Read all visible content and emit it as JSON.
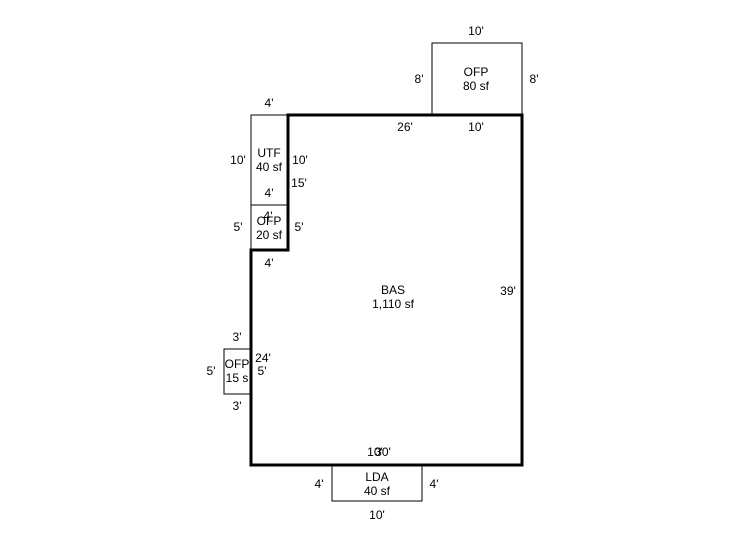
{
  "areas": {
    "bas": {
      "code": "BAS",
      "area": "1,110 sf"
    },
    "utf": {
      "code": "UTF",
      "area": "40 sf"
    },
    "ofp_front": {
      "code": "OFP",
      "area": "80 sf"
    },
    "ofp_small_top": {
      "code": "OFP",
      "area": "20 sf"
    },
    "ofp_small_left": {
      "code": "OFP",
      "area": "15 s"
    },
    "lda": {
      "code": "LDA",
      "area": "40 sf"
    }
  },
  "dimensions": {
    "ofp_front_top": "10'",
    "ofp_front_left": "8'",
    "ofp_front_right": "8'",
    "bas_top_a": "26'",
    "bas_top_b": "10'",
    "bas_right": "39'",
    "utf_top": "4'",
    "utf_left": "10'",
    "utf_right": "10'",
    "bas_inner_vertical": "15'",
    "ofp_small_top_upper": "4'",
    "ofp_small_top_inner": "4'",
    "ofp_small_top_left": "5'",
    "ofp_small_top_right": "5'",
    "bas_notch_bottom": "4'",
    "ofp_small_left_upper": "3'",
    "ofp_small_left_lower": "3'",
    "ofp_small_left_left": "5'",
    "ofp_small_left_right": "5'",
    "bas_left": "24'",
    "bas_bottom_a": "10'",
    "bas_bottom_b": "30'",
    "lda_left": "4'",
    "lda_right": "4'",
    "lda_bottom": "10'"
  }
}
